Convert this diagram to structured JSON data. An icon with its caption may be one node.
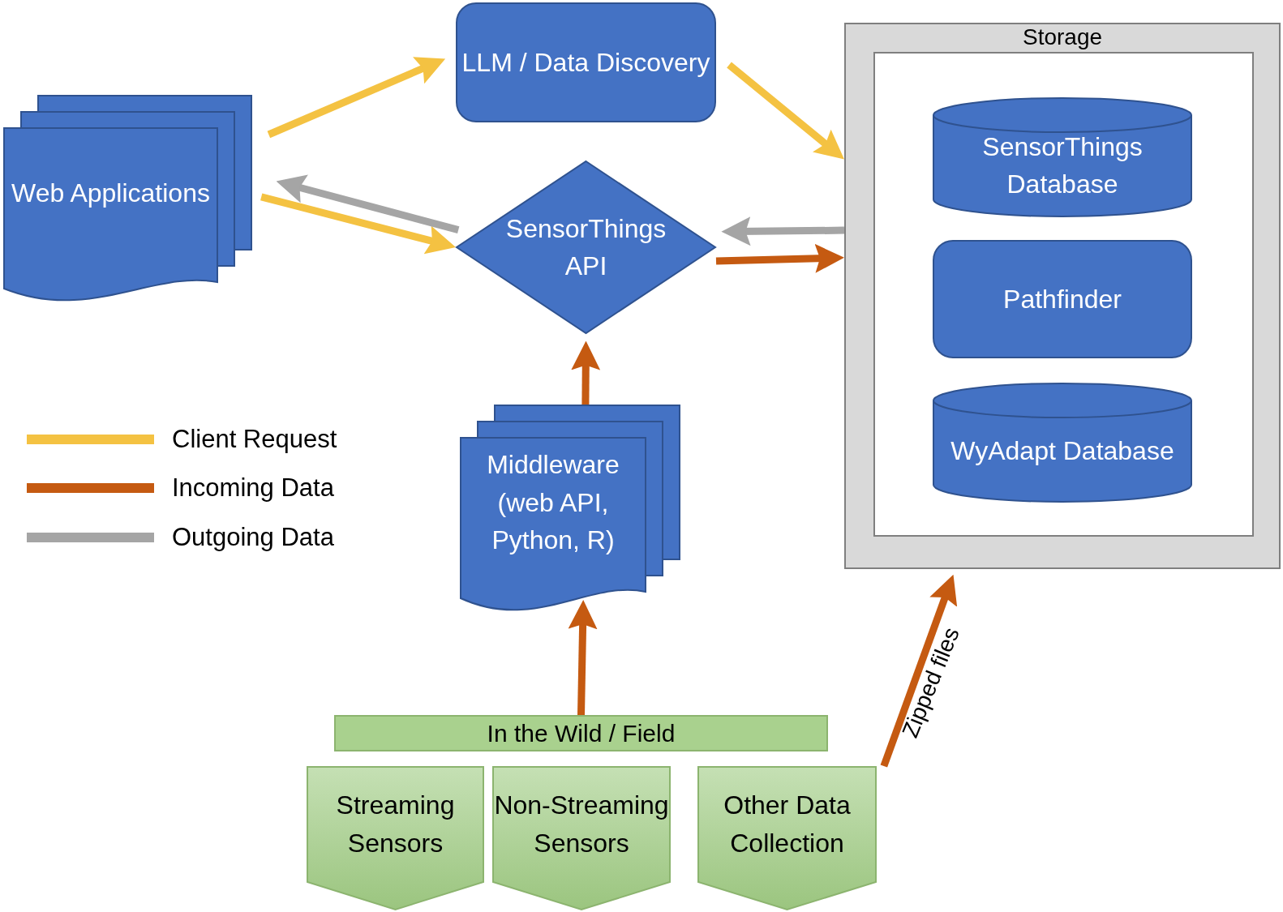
{
  "diagram": {
    "nodes": [
      {
        "text": [
          "Web Applications"
        ]
      },
      {
        "text": [
          "LLM / Data Discovery"
        ]
      },
      {
        "text": [
          "SensorThings API"
        ]
      },
      {
        "text": [
          "Storage"
        ]
      },
      {
        "text": [
          "SensorThings Database"
        ],
        "in": 3
      },
      {
        "text": [
          "Pathfinder"
        ],
        "in": 3
      },
      {
        "text": [
          "WyAdapt Database"
        ],
        "in": 3
      },
      {
        "text": [
          "Middleware (web API, Python, R)"
        ]
      },
      {
        "text": [
          "In the Wild / Field"
        ]
      },
      {
        "text": [
          "Streaming Sensors"
        ]
      },
      {
        "text": [
          "Non-Streaming Sensors"
        ]
      },
      {
        "text": [
          "Other Data Collection"
        ]
      }
    ],
    "edges": [
      {
        "from": 0,
        "to": 1,
        "arrow": "to",
        "color": "#f4c242"
      },
      {
        "from": 1,
        "to": 3,
        "arrow": "to",
        "color": "#f4c242"
      },
      {
        "from": 0,
        "to": 2,
        "arrow": "to",
        "color": "#f4c242"
      },
      {
        "from": 2,
        "to": 0,
        "arrow": "to",
        "color": "#a5a5a5"
      },
      {
        "from": 3,
        "to": 2,
        "arrow": "to",
        "color": "#a5a5a5"
      },
      {
        "from": 2,
        "to": 3,
        "arrow": "to"
      },
      {
        "from": 7,
        "to": 2,
        "arrow": "to"
      },
      {
        "from": 8,
        "to": 7,
        "arrow": "to"
      },
      {
        "from": 11,
        "to": 3,
        "arrow": "to",
        "label": "Zipped files"
      }
    ],
    "legend": [
      {
        "text": "Client Request",
        "color": "#f4c242"
      },
      {
        "text": "Incoming Data",
        "color": "#c55a11"
      },
      {
        "text": "Outgoing Data",
        "color": "#a5a5a5"
      }
    ]
  }
}
